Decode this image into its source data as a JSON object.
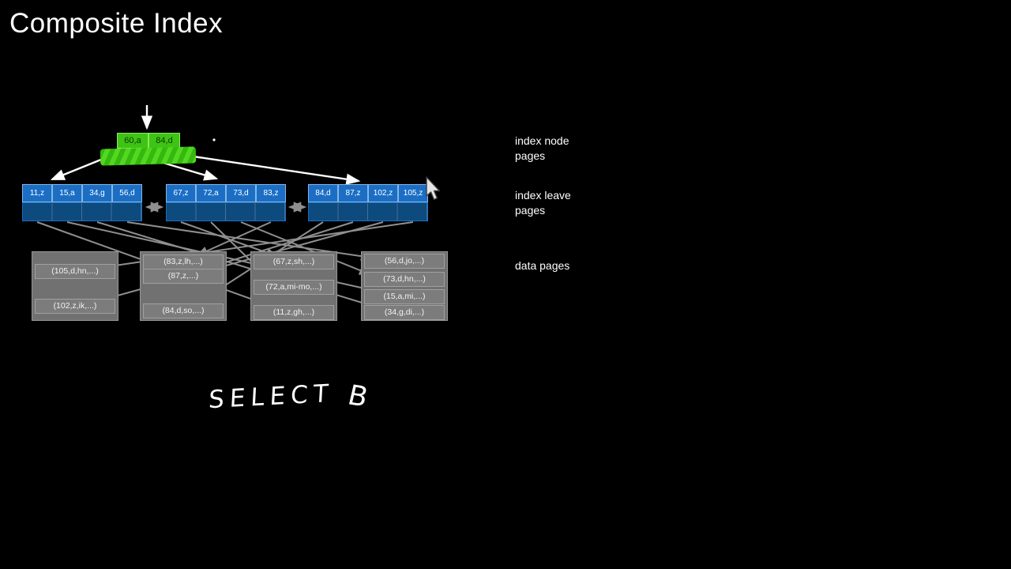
{
  "title": "Composite Index",
  "index_tree": {
    "root_cells": [
      "60,a",
      "84,d"
    ],
    "leaf_groups": [
      {
        "cells": [
          "11,z",
          "15,a",
          "34,g",
          "56,d"
        ]
      },
      {
        "cells": [
          "67,z",
          "72,a",
          "73,d",
          "83,z"
        ]
      },
      {
        "cells": [
          "84,d",
          "87,z",
          "102,z",
          "105,z"
        ]
      }
    ]
  },
  "data_pages": [
    {
      "rows": [
        "(105,d,hn,...)",
        "(102,z,ik,...)"
      ]
    },
    {
      "rows": [
        "(83,z,lh,...)",
        "(87,z,...)",
        "(84,d,so,...)"
      ]
    },
    {
      "rows": [
        "(67,z,sh,...)",
        "(72,a,mi-mo,...)",
        "(11,z,gh,...)"
      ]
    },
    {
      "rows": [
        "(56,d,jo,...)",
        "(73,d,hn,...)",
        "(15,a,mi,...)",
        "(34,g,di,...)"
      ]
    }
  ],
  "right_labels": {
    "index_node": {
      "line1": "index node",
      "line2": "pages"
    },
    "index_leave": {
      "line1": "index leave",
      "line2": "pages"
    },
    "data": {
      "line1": "data pages",
      "line2": ""
    }
  },
  "handwriting": {
    "select": "SELECT",
    "scribble": "B"
  },
  "colors": {
    "background": "#000000",
    "index_node_green": "#3ec414",
    "leaf_blue": "#1b6ec4",
    "leaf_dark_blue": "#0d4a7d",
    "data_gray": "#717171",
    "arrow_white": "#ffffff",
    "arrow_gray": "#8f8f8f"
  }
}
